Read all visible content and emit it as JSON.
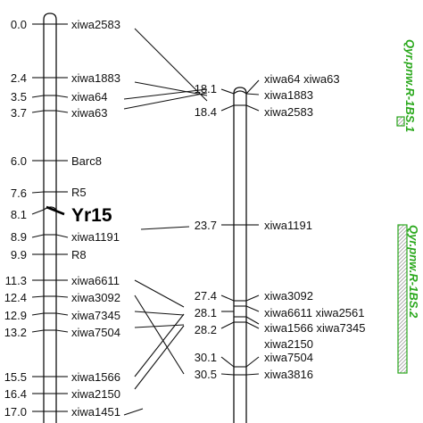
{
  "left_map": {
    "loci": [
      {
        "pos": "0.0",
        "marker": "xiwa2583"
      },
      {
        "pos": "2.4",
        "marker": "xiwa1883"
      },
      {
        "pos": "3.5",
        "marker": "xiwa64"
      },
      {
        "pos": "3.7",
        "marker": "xiwa63"
      },
      {
        "pos": "6.0",
        "marker": "Barc8"
      },
      {
        "pos": "7.6",
        "marker": "R5"
      },
      {
        "pos": "8.1",
        "marker": "Yr15"
      },
      {
        "pos": "8.9",
        "marker": "xiwa1191"
      },
      {
        "pos": "9.9",
        "marker": "R8"
      },
      {
        "pos": "11.3",
        "marker": "xiwa6611"
      },
      {
        "pos": "12.4",
        "marker": "xiwa3092"
      },
      {
        "pos": "12.9",
        "marker": "xiwa7345"
      },
      {
        "pos": "13.2",
        "marker": "xiwa7504"
      },
      {
        "pos": "15.5",
        "marker": "xiwa1566"
      },
      {
        "pos": "16.4",
        "marker": "xiwa2150"
      },
      {
        "pos": "17.0",
        "marker": "xiwa1451"
      }
    ]
  },
  "right_map": {
    "loci": [
      {
        "pos": "18.1",
        "marker": "xiwa64 xiwa63"
      },
      {
        "pos": "",
        "marker": "xiwa1883"
      },
      {
        "pos": "18.4",
        "marker": "xiwa2583"
      },
      {
        "pos": "23.7",
        "marker": "xiwa1191"
      },
      {
        "pos": "27.4",
        "marker": "xiwa3092"
      },
      {
        "pos": "28.1",
        "marker": "xiwa6611 xiwa2561"
      },
      {
        "pos": "",
        "marker": "xiwa1566 xiwa7345"
      },
      {
        "pos": "28.2",
        "marker": "xiwa2150"
      },
      {
        "pos": "30.1",
        "marker": "xiwa7504"
      },
      {
        "pos": "30.5",
        "marker": "xiwa3816"
      }
    ]
  },
  "qtls": [
    {
      "name": "Qyr.pnw.R-1BS.1",
      "color": "#2aa81c"
    },
    {
      "name": "Qyr.pnw.R-1BS.2",
      "color": "#2aa81c"
    }
  ]
}
